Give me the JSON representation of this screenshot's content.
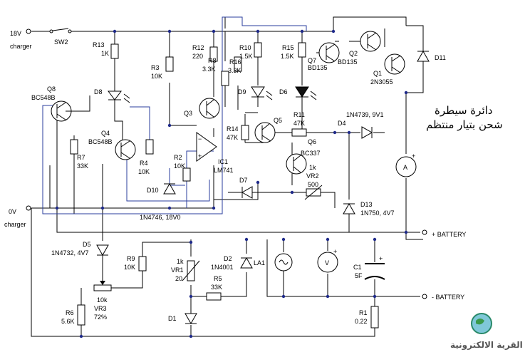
{
  "title": {
    "line1": "دائرة سيطرة",
    "line2": "شحن بتيار منتظم"
  },
  "logo": {
    "text": "القرية الالكترونية"
  },
  "terminals": {
    "in_18v": "18V",
    "in_18v_sub": "charger",
    "in_0v": "0V",
    "in_0v_sub": "charger",
    "plus_battery": "+ BATTERY",
    "minus_battery": "-  BATTERY"
  },
  "components": {
    "sw2": "SW2",
    "r13": "R13",
    "r13_v": "1K",
    "r3": "R3",
    "r3_v": "10K",
    "r12": "R12",
    "r12_v": "220",
    "r8": "R8",
    "r8_v": "3.3K",
    "r16": "R16",
    "r16_v": "3.3K",
    "r10": "R10",
    "r10_v": "1.5K",
    "r15": "R15",
    "r15_v": "1.5K",
    "q7": "Q7",
    "q7_v": "BD135",
    "q2": "Q2",
    "q2_v": "BD135",
    "q1": "Q1",
    "q1_v": "2N3055",
    "d11": "D11",
    "d8": "D8",
    "d9": "D9",
    "d6": "D6",
    "q8": "Q8",
    "q8_v": "BC548B",
    "q4": "Q4",
    "q4_v": "BC548B",
    "q3": "Q3",
    "q5": "Q5",
    "q6": "Q6",
    "q6_v": "BC337",
    "r11": "R11",
    "r11_v": "47K",
    "r14": "R14",
    "r14_v": "47K",
    "d4": "D4",
    "d4_v": "1N4739, 9V1",
    "r7": "R7",
    "r7_v": "33K",
    "r4": "R4",
    "r4_v": "10K",
    "r2": "R2",
    "r2_v": "10K",
    "ic1": "IC1",
    "ic1_v": "LM741",
    "d7": "D7",
    "vr2": "VR2",
    "vr2_v": "500",
    "vr2_r": "1k",
    "d10": "D10",
    "d10_v": "1N4746, 18V0",
    "d13": "D13",
    "d13_v": "1N750, 4V7",
    "d5": "D5",
    "d5_v": "1N4732, 4V7",
    "r9": "R9",
    "r9_v": "10K",
    "vr1": "VR1",
    "vr1_r": "1k",
    "vr1_v": "20",
    "d2": "D2",
    "d2_v": "1N4001",
    "la1": "LA1",
    "r5": "R5",
    "r5_v": "33K",
    "c1": "C1",
    "c1_v": "5F",
    "vr3": "VR3",
    "vr3_r": "10k",
    "vr3_v": "72%",
    "r6": "R6",
    "r6_v": "5.6K",
    "d1": "D1",
    "r1": "R1",
    "r1_v": "0.22"
  },
  "meters": {
    "ammeter": "A",
    "voltmeter": "V"
  }
}
